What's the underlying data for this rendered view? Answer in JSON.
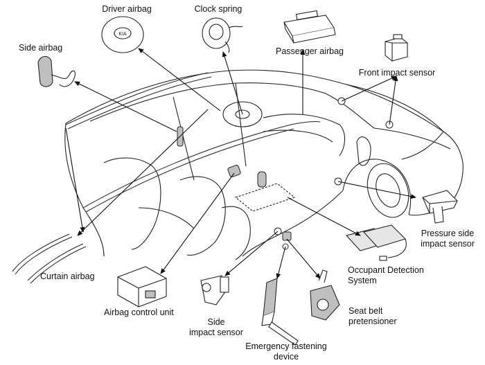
{
  "labels": {
    "driver_airbag": [
      "Driver airbag"
    ],
    "clock_spring": [
      "Clock spring"
    ],
    "passenger_airbag": [
      "Passenger airbag"
    ],
    "front_impact_sensor": [
      "Front impact sensor"
    ],
    "side_airbag": [
      "Side airbag"
    ],
    "pressure_side_impact_sensor": [
      "Pressure side",
      "impact sensor"
    ],
    "occupant_detection_system": [
      "Occupant Detection",
      "System"
    ],
    "curtain_airbag": [
      "Curtain airbag"
    ],
    "airbag_control_unit": [
      "Airbag control unit"
    ],
    "side_impact_sensor": [
      "Side",
      "impact sensor"
    ],
    "seat_belt_pretensioner": [
      "Seat belt",
      "pretensioner"
    ],
    "emergency_fastening_device": [
      "Emergency fastening",
      "device"
    ]
  },
  "colors": {
    "line": "#111111",
    "fill": "#ffffff",
    "shade": "#bfbfbf"
  }
}
